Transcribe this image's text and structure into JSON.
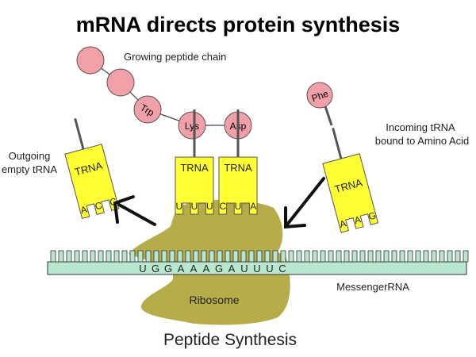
{
  "title": "mRNA directs protein synthesis",
  "caption": "Peptide Synthesis",
  "labels": {
    "growing_chain": "Growing peptide chain",
    "outgoing": [
      "Outgoing",
      "empty tRNA"
    ],
    "incoming": [
      "Incoming  tRNA",
      "bound to Amino Acid"
    ],
    "ribosome": "Ribosome",
    "mrna": "MessengerRNA"
  },
  "trna_label": "TRNA",
  "peptide_chain": [
    "",
    "",
    "Trp",
    "Lys",
    "Asp"
  ],
  "incoming_amino_acid": "Phe",
  "anticodons": {
    "outgoing": [
      "A",
      "C",
      "C"
    ],
    "left_site": [
      "U",
      "U",
      "U"
    ],
    "right_site": [
      "C",
      "U",
      "A"
    ],
    "incoming": [
      "A",
      "A",
      "G"
    ]
  },
  "mrna_sequence": [
    "U",
    "G",
    "G",
    "A",
    "A",
    "A",
    "G",
    "A",
    "U",
    "U",
    "U",
    "C"
  ],
  "colors": {
    "trna_fill": "#ffff33",
    "amino_acid_fill": "#f2a0a8",
    "ribosome_fill": "#b5ad4a",
    "mrna_fill": "#b9e6cf",
    "arrow": "#111111"
  }
}
